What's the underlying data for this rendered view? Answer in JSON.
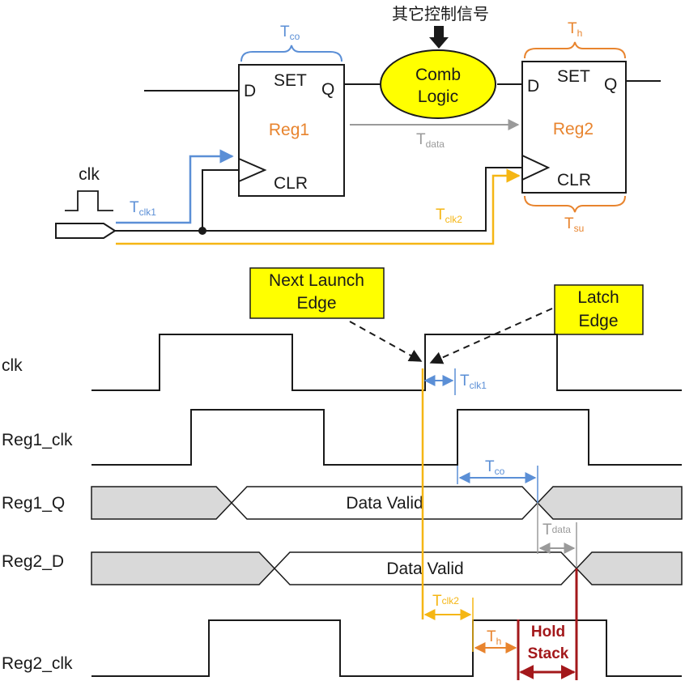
{
  "colors": {
    "blue": "#5b8fd6",
    "orange": "#e8842e",
    "gray": "#9a9a9a",
    "yellow": "#f5b614",
    "darkred": "#a3181b",
    "ellipse": "#ffff00",
    "callout": "#ffff00",
    "bus": "#d9d9d9"
  },
  "schematic": {
    "other_control_label": "其它控制信号",
    "comb_logic": [
      "Comb",
      "Logic"
    ],
    "reg1": {
      "name": "Reg1",
      "d": "D",
      "set": "SET",
      "q": "Q",
      "clr": "CLR"
    },
    "reg2": {
      "name": "Reg2",
      "d": "D",
      "set": "SET",
      "q": "Q",
      "clr": "CLR"
    },
    "clk_label": "clk",
    "tco": {
      "main": "T",
      "sub": "co"
    },
    "th": {
      "main": "T",
      "sub": "h"
    },
    "tsu": {
      "main": "T",
      "sub": "su"
    },
    "tdata": {
      "main": "T",
      "sub": "data"
    },
    "tclk1": {
      "main": "T",
      "sub": "clk1"
    },
    "tclk2": {
      "main": "T",
      "sub": "clk2"
    }
  },
  "timing": {
    "callout_next_launch": [
      "Next Launch",
      "Edge"
    ],
    "callout_latch": [
      "Latch",
      "Edge"
    ],
    "signals": [
      "clk",
      "Reg1_clk",
      "Reg1_Q",
      "Reg2_D",
      "Reg2_clk"
    ],
    "data_valid_1": "Data Valid",
    "data_valid_2": "Data Valid",
    "tclk1": {
      "main": "T",
      "sub": "clk1"
    },
    "tco": {
      "main": "T",
      "sub": "co"
    },
    "tdata": {
      "main": "T",
      "sub": "data"
    },
    "tclk2": {
      "main": "T",
      "sub": "clk2"
    },
    "th": {
      "main": "T",
      "sub": "h"
    },
    "hold_stack": [
      "Hold",
      "Stack"
    ]
  }
}
